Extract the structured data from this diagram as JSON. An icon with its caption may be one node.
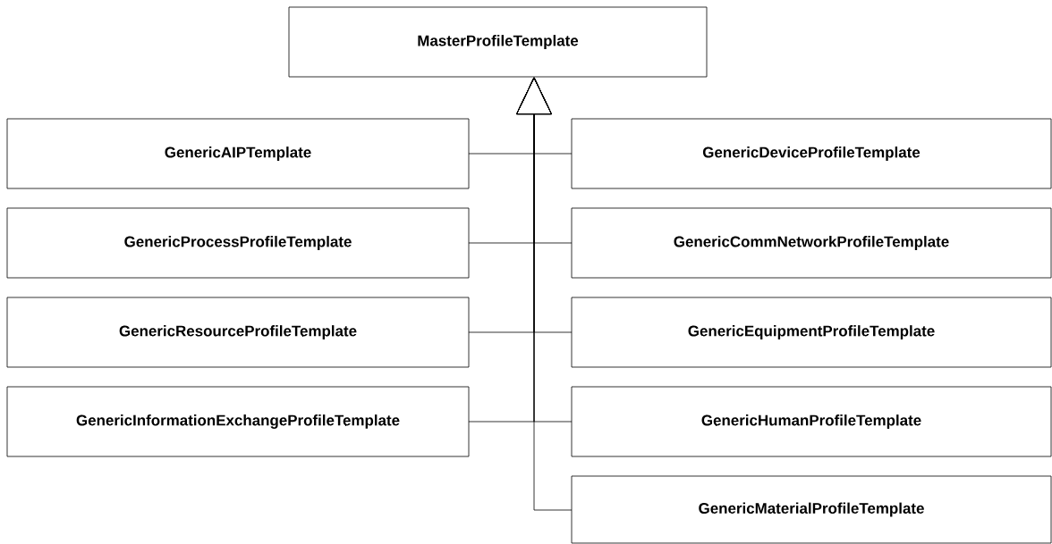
{
  "diagram": {
    "nodes": [
      {
        "text": [
          "MasterProfileTemplate"
        ]
      },
      {
        "text": [
          "GenericAIPTemplate"
        ]
      },
      {
        "text": [
          "GenericDeviceProfileTemplate"
        ]
      },
      {
        "text": [
          "GenericProcessProfileTemplate"
        ]
      },
      {
        "text": [
          "GenericCommNetworkProfileTemplate"
        ]
      },
      {
        "text": [
          "GenericResourceProfileTemplate"
        ]
      },
      {
        "text": [
          "GenericEquipmentProfileTemplate"
        ]
      },
      {
        "text": [
          "GenericInformationExchangeProfileTemplate"
        ]
      },
      {
        "text": [
          "GenericHumanProfileTemplate"
        ]
      },
      {
        "text": [
          "GenericMaterialProfileTemplate"
        ]
      }
    ],
    "edges": [
      {
        "from": 1,
        "to": 0,
        "arrow": "to"
      },
      {
        "from": 2,
        "to": 0,
        "arrow": "to"
      },
      {
        "from": 3,
        "to": 0,
        "arrow": "to"
      },
      {
        "from": 4,
        "to": 0,
        "arrow": "to"
      },
      {
        "from": 5,
        "to": 0,
        "arrow": "to"
      },
      {
        "from": 6,
        "to": 0,
        "arrow": "to"
      },
      {
        "from": 7,
        "to": 0,
        "arrow": "to"
      },
      {
        "from": 8,
        "to": 0,
        "arrow": "to"
      },
      {
        "from": 9,
        "to": 0,
        "arrow": "to"
      }
    ]
  }
}
